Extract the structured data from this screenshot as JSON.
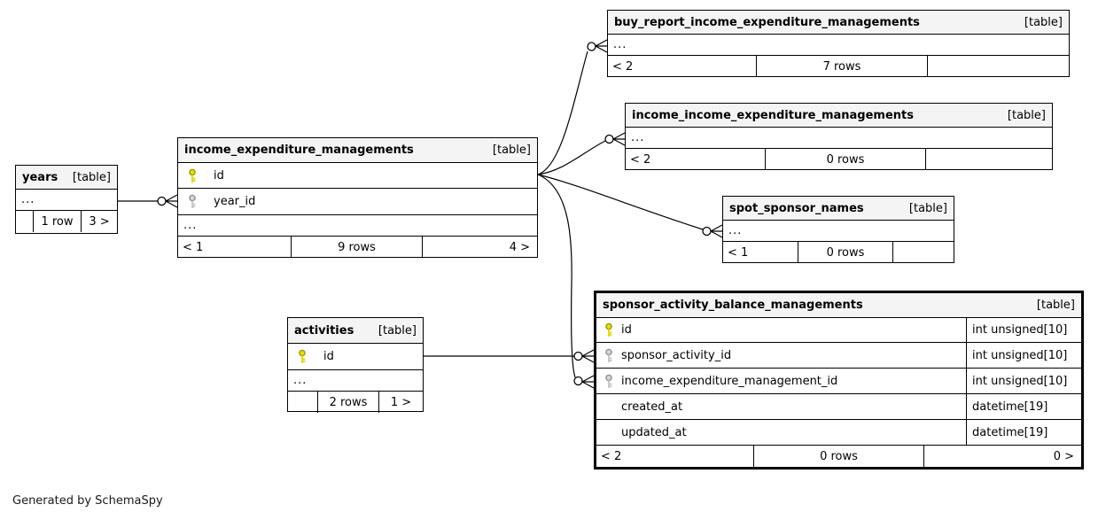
{
  "generated_by": "Generated by SchemaSpy",
  "colors": {
    "primary_key_icon": "#e0d800",
    "foreign_key_icon": "#c4c4c4",
    "header_bg": "#f4f4f4",
    "border": "#000000"
  },
  "icons": {
    "primary_key": "yellow-key-icon",
    "foreign_key": "gray-key-icon"
  },
  "tables": {
    "years": {
      "name": "years",
      "tag": "[table]",
      "ellipsis": "...",
      "footer": {
        "l": "",
        "c": "1 row",
        "r": "3 >"
      }
    },
    "iem": {
      "name": "income_expenditure_managements",
      "tag": "[table]",
      "cols": [
        {
          "n": "id"
        },
        {
          "n": "year_id"
        }
      ],
      "ellipsis": "...",
      "footer": {
        "l": "< 1",
        "c": "9 rows",
        "r": "4 >"
      }
    },
    "buy": {
      "name": "buy_report_income_expenditure_managements",
      "tag": "[table]",
      "ellipsis": "...",
      "footer": {
        "l": "< 2",
        "c": "7 rows",
        "r": ""
      }
    },
    "iiem": {
      "name": "income_income_expenditure_managements",
      "tag": "[table]",
      "ellipsis": "...",
      "footer": {
        "l": "< 2",
        "c": "0 rows",
        "r": ""
      }
    },
    "spot": {
      "name": "spot_sponsor_names",
      "tag": "[table]",
      "ellipsis": "...",
      "footer": {
        "l": "< 1",
        "c": "0 rows",
        "r": ""
      }
    },
    "activities": {
      "name": "activities",
      "tag": "[table]",
      "cols": [
        {
          "n": "id"
        }
      ],
      "ellipsis": "...",
      "footer": {
        "l": "",
        "c": "2 rows",
        "r": "1 >"
      }
    },
    "sabm": {
      "name": "sponsor_activity_balance_managements",
      "tag": "[table]",
      "cols": [
        {
          "n": "id",
          "t": "int unsigned[10]"
        },
        {
          "n": "sponsor_activity_id",
          "t": "int unsigned[10]"
        },
        {
          "n": "income_expenditure_management_id",
          "t": "int unsigned[10]"
        },
        {
          "n": "created_at",
          "t": "datetime[19]"
        },
        {
          "n": "updated_at",
          "t": "datetime[19]"
        }
      ],
      "footer": {
        "l": "< 2",
        "c": "0 rows",
        "r": "0 >"
      }
    }
  },
  "relationships": [
    {
      "from": "years",
      "to": "income_expenditure_managements.year_id",
      "marker": "zero-or-many"
    },
    {
      "from": "income_expenditure_managements.id",
      "to": "buy_report_income_expenditure_managements",
      "marker": "zero-or-many"
    },
    {
      "from": "income_expenditure_managements.id",
      "to": "income_income_expenditure_managements",
      "marker": "zero-or-many"
    },
    {
      "from": "income_expenditure_managements.id",
      "to": "spot_sponsor_names",
      "marker": "zero-or-many"
    },
    {
      "from": "income_expenditure_managements.id",
      "to": "sponsor_activity_balance_managements.income_expenditure_management_id",
      "marker": "zero-or-many"
    },
    {
      "from": "activities.id",
      "to": "sponsor_activity_balance_managements.sponsor_activity_id",
      "marker": "zero-or-many"
    }
  ]
}
